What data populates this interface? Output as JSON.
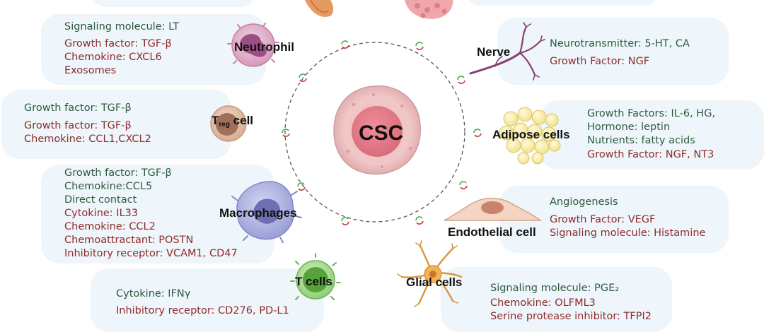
{
  "center": {
    "label": "CSC"
  },
  "colors": {
    "background": "#ffffff",
    "box": "#eef6fb",
    "function_text": "#2f5a3f",
    "factor_text": "#8e2b2b",
    "cell_label": "#111111"
  },
  "cells": {
    "neutrophil": {
      "label": "Neutrophil",
      "lines": [
        {
          "text": "Signaling molecule: LT",
          "kind": "function"
        },
        {
          "text": "Growth factor: TGF-β",
          "kind": "factor"
        },
        {
          "text": "Chemokine: CXCL6",
          "kind": "factor"
        },
        {
          "text": "Exosomes",
          "kind": "factor"
        }
      ]
    },
    "treg": {
      "label_prefix": "T",
      "label_sub": "reg",
      "label_suffix": " cell",
      "lines": [
        {
          "text": "Growth factor: TGF-β",
          "kind": "function"
        },
        {
          "text": "Growth factor: TGF-β",
          "kind": "factor"
        },
        {
          "text": "Chemokine: CCL1,CXCL2",
          "kind": "factor"
        }
      ]
    },
    "macrophages": {
      "label": "Macrophages",
      "lines": [
        {
          "text": "Growth factor: TGF-β",
          "kind": "function"
        },
        {
          "text": "Chemokine:CCL5",
          "kind": "function"
        },
        {
          "text": "Direct contact",
          "kind": "function"
        },
        {
          "text": "Cytokine: IL33",
          "kind": "factor"
        },
        {
          "text": "Chemokine: CCL2",
          "kind": "factor"
        },
        {
          "text": "Chemoattractant: POSTN",
          "kind": "factor"
        },
        {
          "text": "Inhibitory receptor: VCAM1, CD47",
          "kind": "factor"
        }
      ]
    },
    "t_cells": {
      "label": "T cells",
      "lines": [
        {
          "text": "Cytokine: IFNγ",
          "kind": "function"
        },
        {
          "text": "Inhibitory receptor: CD276, PD-L1",
          "kind": "factor"
        }
      ]
    },
    "nerve": {
      "label": "Nerve",
      "lines": [
        {
          "text": "Neurotransmitter: 5-HT, CA",
          "kind": "function"
        },
        {
          "text": "Growth Factor: NGF",
          "kind": "factor"
        }
      ]
    },
    "adipose": {
      "label": "Adipose cells",
      "lines": [
        {
          "text": "Growth Factors: IL-6, HG,",
          "kind": "function"
        },
        {
          "text": "Hormone: leptin",
          "kind": "function"
        },
        {
          "text": "Nutrients: fatty acids",
          "kind": "function"
        },
        {
          "text": "Growth Factor: NGF, NT3",
          "kind": "factor"
        }
      ]
    },
    "endothelial": {
      "label": "Endothelial cell",
      "lines": [
        {
          "text": "Angiogenesis",
          "kind": "function"
        },
        {
          "text": "Growth Factor: VEGF",
          "kind": "factor"
        },
        {
          "text": "Signaling molecule: Histamine",
          "kind": "factor"
        }
      ]
    },
    "glial": {
      "label": "Glial cells",
      "lines": [
        {
          "text": "Signaling molecule: PGE₂",
          "kind": "function"
        },
        {
          "text": "Chemokine: OLFML3",
          "kind": "factor"
        },
        {
          "text": "Serine protease inhibitor: TFPI2",
          "kind": "factor"
        }
      ]
    }
  }
}
